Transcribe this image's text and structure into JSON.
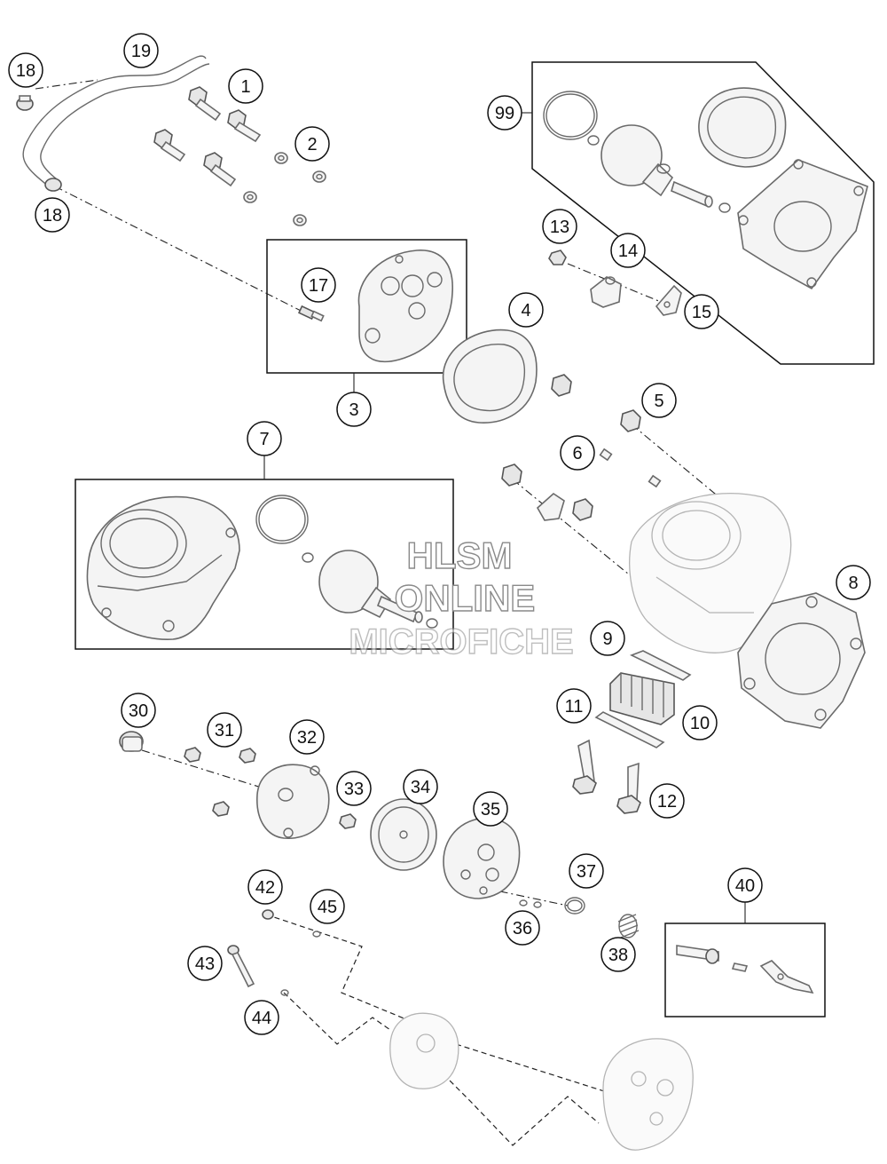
{
  "watermark": {
    "line1": "HLSM",
    "line2": "ONLINE",
    "line3": "MICROFICHE"
  },
  "callouts": {
    "c1": "1",
    "c2": "2",
    "c3": "3",
    "c4": "4",
    "c5": "5",
    "c6": "6",
    "c7": "7",
    "c8": "8",
    "c9": "9",
    "c10": "10",
    "c11": "11",
    "c12": "12",
    "c13": "13",
    "c14": "14",
    "c15": "15",
    "c17": "17",
    "c18a": "18",
    "c18b": "18",
    "c19": "19",
    "c30": "30",
    "c31": "31",
    "c32": "32",
    "c33": "33",
    "c34": "34",
    "c35": "35",
    "c36": "36",
    "c37": "37",
    "c38": "38",
    "c40": "40",
    "c42": "42",
    "c43": "43",
    "c44": "44",
    "c45": "45",
    "c99": "99"
  }
}
